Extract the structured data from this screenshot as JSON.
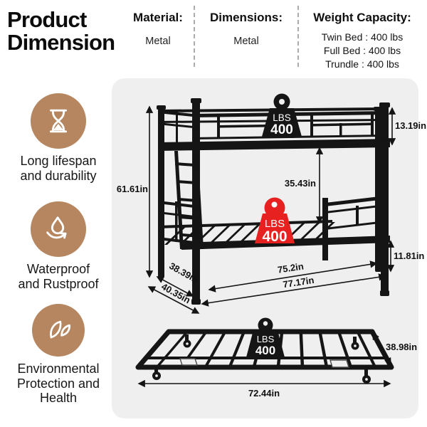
{
  "header": {
    "title_line1": "Product",
    "title_line2": "Dimension",
    "specs": [
      {
        "label": "Material:",
        "value": "Metal"
      },
      {
        "label": "Dimensions:",
        "value": "Metal"
      },
      {
        "label": "Weight Capacity:",
        "lines": [
          "Twin Bed : 400 lbs",
          "Full Bed : 400 lbs",
          "Trundle : 400 lbs"
        ]
      }
    ]
  },
  "features": [
    {
      "icon": "hourglass-icon",
      "lines": [
        "Long lifespan",
        "and durability"
      ]
    },
    {
      "icon": "waterdrop-arrow-icon",
      "lines": [
        "Waterproof",
        "and Rustproof"
      ]
    },
    {
      "icon": "leaves-icon",
      "lines": [
        "Environmental",
        "Protection and",
        "Health"
      ]
    }
  ],
  "diagram": {
    "bunk": {
      "weight_top": {
        "lbs": "LBS",
        "value": "400"
      },
      "weight_lower": {
        "lbs": "LBS",
        "value": "400"
      },
      "dims": {
        "total_height": "61.61in",
        "guard_height": "13.19in",
        "clearance": "35.43in",
        "base_height": "11.81in",
        "depth_inner": "38.39in",
        "depth_outer": "40.35in",
        "length_inner": "75.2in",
        "length_outer": "77.17in"
      }
    },
    "trundle": {
      "weight": {
        "lbs": "LBS",
        "value": "400"
      },
      "dims": {
        "width": "38.98in",
        "length": "72.44in"
      }
    }
  },
  "colors": {
    "accent": "#b5865f",
    "red": "#e6211f",
    "panel": "#efefef",
    "ink": "#151515"
  }
}
